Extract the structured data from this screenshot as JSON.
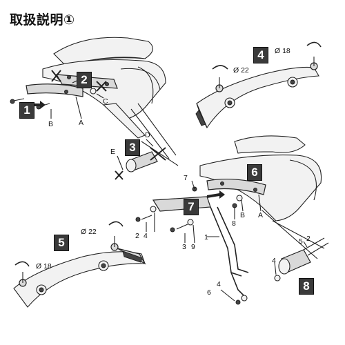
{
  "title": "取扱説明①",
  "steps": [
    "1",
    "2",
    "3",
    "4",
    "5",
    "6",
    "7",
    "8"
  ],
  "labels": {
    "a": "A",
    "b": "B",
    "c": "C",
    "d": "D",
    "e": "E",
    "a2": "A",
    "b2": "B",
    "phi18_top": "Ø 18",
    "phi22_top": "Ø 22",
    "phi22_bot": "Ø 22",
    "phi18_bot": "Ø 18",
    "n7": "7",
    "n8": "8",
    "n2": "2",
    "n4": "4",
    "n3": "3",
    "n9": "9",
    "n1": "1",
    "n5": "5",
    "n2b": "2",
    "n4b": "4",
    "n4c": "4",
    "n6": "6"
  },
  "colors": {
    "step_bg": "#3a3a3a",
    "line": "#222222",
    "part_fill": "#d9d9d9"
  }
}
